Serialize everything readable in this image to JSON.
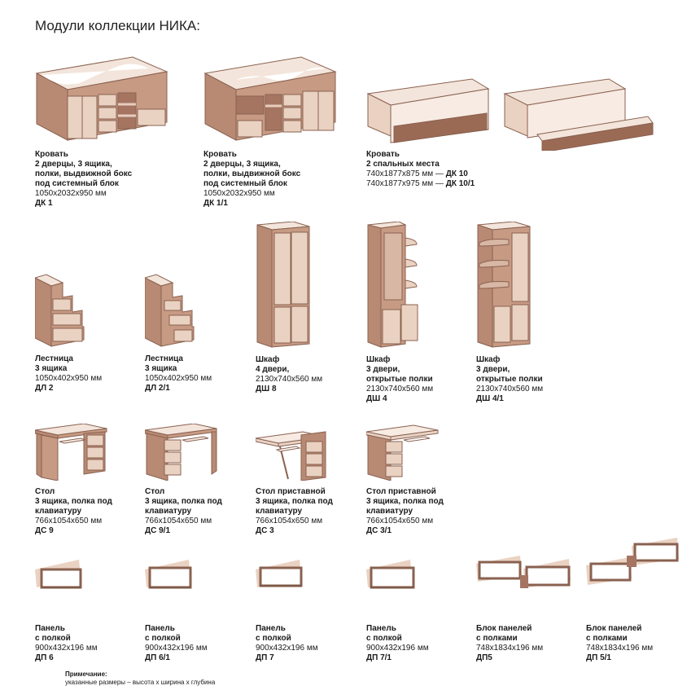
{
  "page": {
    "title": "Модули коллекции НИКА:"
  },
  "colors": {
    "wood": "#b88a74",
    "wood_dark": "#7e5846",
    "front": "#ead2c2",
    "light": "#f3e5db",
    "edge": "#8a6150"
  },
  "modules": [
    {
      "id": "dk1",
      "name": "Кровать",
      "desc": [
        "2 дверцы, 3 ящика,",
        "полки, выдвижной бокс",
        "под системный блок"
      ],
      "sizes": [
        "1050x2032x950 мм"
      ],
      "code": "ДК 1",
      "icon": "bed-with-storage-icon"
    },
    {
      "id": "dk11",
      "name": "Кровать",
      "desc": [
        "2 дверцы, 3 ящика,",
        "полки, выдвижной бокс",
        "под системный блок"
      ],
      "sizes": [
        "1050x2032x950 мм"
      ],
      "code": "ДК 1/1",
      "icon": "bed-with-storage-mirrored-icon"
    },
    {
      "id": "dk10",
      "name": "Кровать",
      "desc": [
        "2 спальных места"
      ],
      "sizes": [
        "740x1877x875 мм — ",
        "740x1877x975 мм — "
      ],
      "size_codes": [
        "ДК 10",
        "ДК 10/1"
      ],
      "icon": "trundle-bed-icon"
    },
    {
      "id": "dl2",
      "name": "Лестница",
      "desc": [
        "3 ящика"
      ],
      "sizes": [
        "1050x402x950 мм"
      ],
      "code": "ДЛ 2",
      "icon": "stair-drawers-icon"
    },
    {
      "id": "dl21",
      "name": "Лестница",
      "desc": [
        "3 ящика"
      ],
      "sizes": [
        "1050x402x950 мм"
      ],
      "code": "ДЛ 2/1",
      "icon": "stair-drawers-mirrored-icon"
    },
    {
      "id": "dsh8",
      "name": "Шкаф",
      "desc": [
        "4 двери,"
      ],
      "sizes": [
        "2130x740x560 мм"
      ],
      "code": "ДШ 8",
      "icon": "wardrobe-4-doors-icon"
    },
    {
      "id": "dsh4",
      "name": "Шкаф",
      "desc": [
        "3 двери,",
        "открытые полки"
      ],
      "sizes": [
        "2130x740x560 мм"
      ],
      "code": "ДШ 4",
      "icon": "wardrobe-open-shelves-icon"
    },
    {
      "id": "dsh41",
      "name": "Шкаф",
      "desc": [
        "3 двери,",
        "открытые полки"
      ],
      "sizes": [
        "2130x740x560 мм"
      ],
      "code": "ДШ 4/1",
      "icon": "wardrobe-open-shelves-mirrored-icon"
    },
    {
      "id": "ds9",
      "name": "Стол",
      "desc": [
        "3 ящика, полка под",
        "клавиатуру"
      ],
      "sizes": [
        "766x1054x650 мм"
      ],
      "code": "ДС 9",
      "icon": "desk-icon"
    },
    {
      "id": "ds91",
      "name": "Стол",
      "desc": [
        "3 ящика, полка под",
        "клавиатуру"
      ],
      "sizes": [
        "766x1054x650 мм"
      ],
      "code": "ДС 9/1",
      "icon": "desk-mirrored-icon"
    },
    {
      "id": "ds3",
      "name": "Стол приставной",
      "desc": [
        "3 ящика, полка под",
        "клавиатуру"
      ],
      "sizes": [
        "766x1054x650 мм"
      ],
      "code": "ДС 3",
      "icon": "side-desk-icon"
    },
    {
      "id": "ds31",
      "name": "Стол приставной",
      "desc": [
        "3 ящика, полка под",
        "клавиатуру"
      ],
      "sizes": [
        "766x1054x650 мм"
      ],
      "code": "ДС 3/1",
      "icon": "side-desk-mirrored-icon"
    },
    {
      "id": "dp6",
      "name": "Панель",
      "desc": [
        "с полкой"
      ],
      "sizes": [
        "900x432x196 мм"
      ],
      "code": "ДП 6",
      "icon": "wall-shelf-panel-icon"
    },
    {
      "id": "dp61",
      "name": "Панель",
      "desc": [
        "с полкой"
      ],
      "sizes": [
        "900x432x196 мм"
      ],
      "code": "ДП 6/1",
      "icon": "wall-shelf-panel-icon"
    },
    {
      "id": "dp7",
      "name": "Панель",
      "desc": [
        "с полкой"
      ],
      "sizes": [
        "900x432x196 мм"
      ],
      "code": "ДП 7",
      "icon": "wall-shelf-panel-icon"
    },
    {
      "id": "dp71",
      "name": "Панель",
      "desc": [
        "с полкой"
      ],
      "sizes": [
        "900x432x196 мм"
      ],
      "code": "ДП 7/1",
      "icon": "wall-shelf-panel-icon"
    },
    {
      "id": "dp5",
      "name": "Блок панелей",
      "desc": [
        "с полками"
      ],
      "sizes": [
        "748x1834x196 мм"
      ],
      "code": "ДП5",
      "icon": "panel-block-icon"
    },
    {
      "id": "dp51",
      "name": "Блок панелей",
      "desc": [
        "с полками"
      ],
      "sizes": [
        "748x1834x196 мм"
      ],
      "code": "ДП 5/1",
      "icon": "panel-block-mirrored-icon"
    }
  ],
  "note": {
    "heading": "Примечание:",
    "text": "указанные размеры – высота х ширина х глубина"
  }
}
